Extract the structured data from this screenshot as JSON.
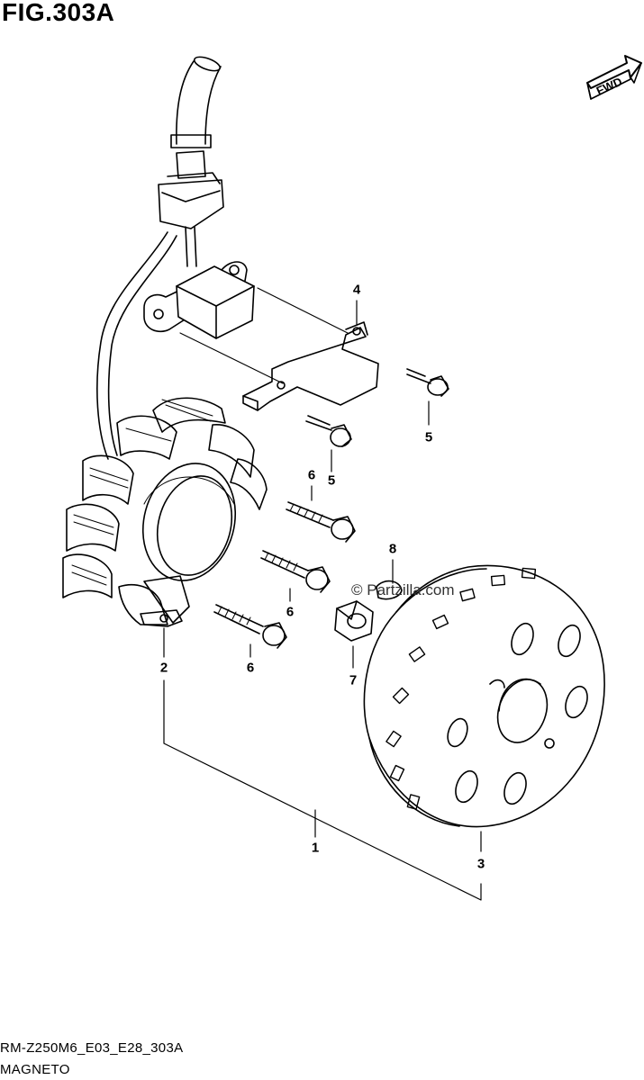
{
  "header": {
    "figure_title": "FIG.303A"
  },
  "fwd_badge": {
    "label": "FWD"
  },
  "callouts": [
    {
      "id": "1",
      "label": "1"
    },
    {
      "id": "2",
      "label": "2"
    },
    {
      "id": "3",
      "label": "3"
    },
    {
      "id": "4",
      "label": "4"
    },
    {
      "id": "5a",
      "label": "5"
    },
    {
      "id": "5b",
      "label": "5"
    },
    {
      "id": "6a",
      "label": "6"
    },
    {
      "id": "6b",
      "label": "6"
    },
    {
      "id": "6c",
      "label": "6"
    },
    {
      "id": "7",
      "label": "7"
    },
    {
      "id": "8",
      "label": "8"
    }
  ],
  "watermark": {
    "text": "© Partzilla.com"
  },
  "footer": {
    "diagram_code": "RM-Z250M6_E03_E28_303A",
    "section_name": "MAGNETO"
  }
}
